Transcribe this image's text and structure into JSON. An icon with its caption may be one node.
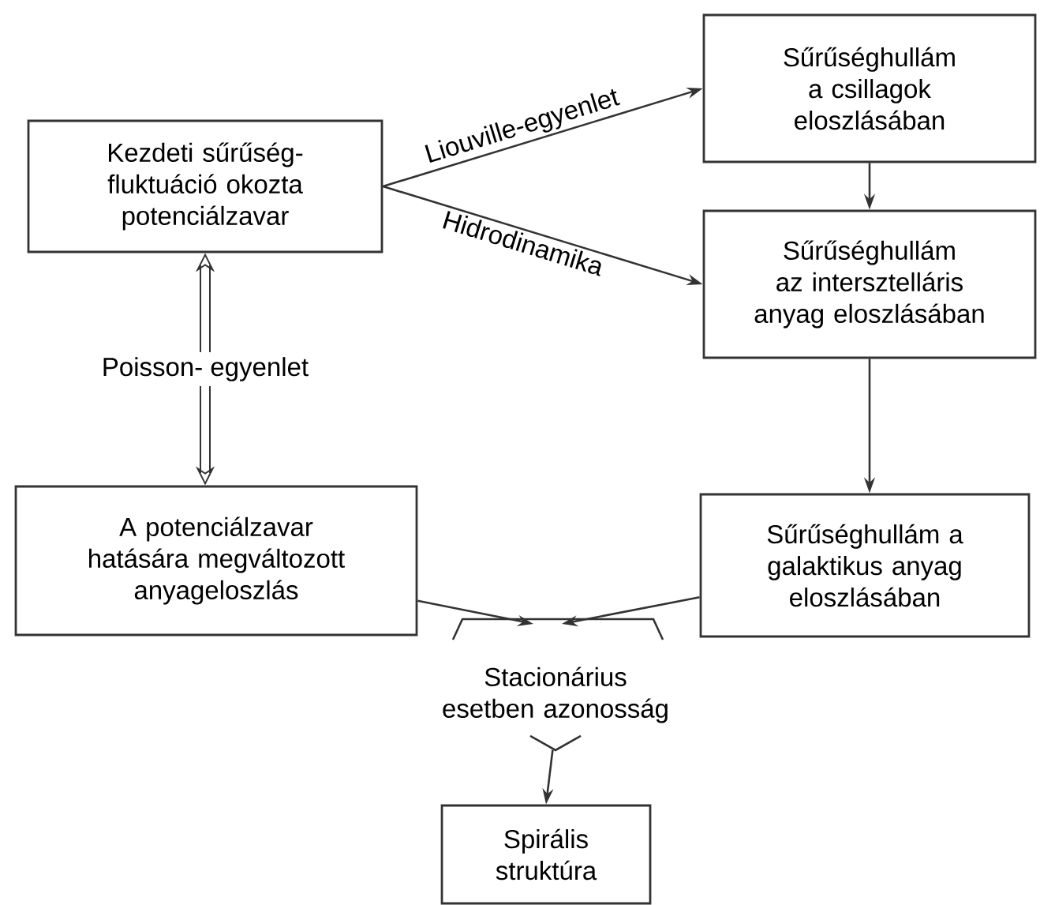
{
  "diagram": {
    "nodes": [
      {
        "text": [
          "Kezdeti sűrűség- fluktuáció okozta potenciálzavar"
        ]
      },
      {
        "text": [
          "Sűrűséghullám a csillagok eloszlásában"
        ]
      },
      {
        "text": [
          "Sűrűséghullám az intersztelláris anyag eloszlásában"
        ]
      },
      {
        "text": [
          "A potenciálzavar hatására megváltozott anyageloszlás"
        ]
      },
      {
        "text": [
          "Sűrűséghullám a galaktikus anyag eloszlásában"
        ]
      },
      {
        "text": [
          "Stacionárius esetben azonosság"
        ]
      },
      {
        "text": [
          "Spirális struktúra"
        ]
      }
    ],
    "edges": [
      {
        "from": 0,
        "to": 1,
        "arrow": "to",
        "label": "Liouville-egyenlet"
      },
      {
        "from": 0,
        "to": 2,
        "arrow": "to",
        "label": "Hidrodinamika"
      },
      {
        "from": 1,
        "to": 2,
        "arrow": "to"
      },
      {
        "from": 0,
        "to": 3,
        "arrow": "both",
        "style": "thick",
        "label": "Poisson- egyenlet"
      },
      {
        "from": 2,
        "to": 4,
        "arrow": "to"
      },
      {
        "from": 3,
        "to": 5,
        "arrow": "to"
      },
      {
        "from": 4,
        "to": 5,
        "arrow": "to"
      },
      {
        "from": 5,
        "to": 6,
        "arrow": "to"
      }
    ]
  }
}
